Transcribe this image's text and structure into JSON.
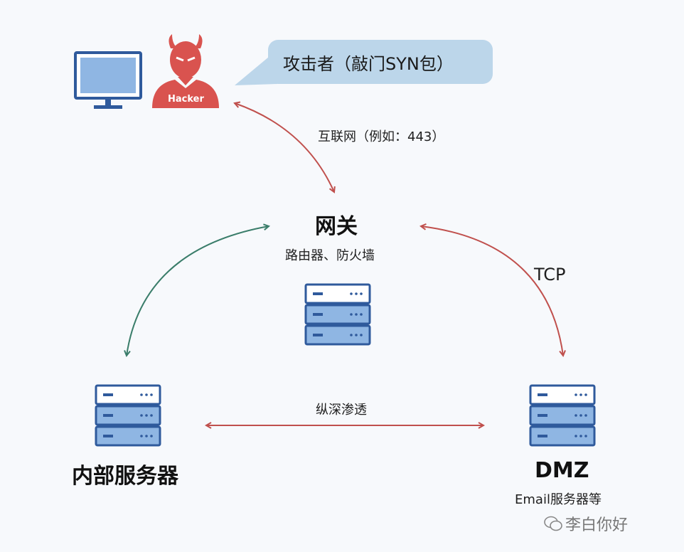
{
  "attacker": {
    "bubble_text": "攻击者（敲门SYN包）",
    "hacker_label": "Hacker"
  },
  "links": {
    "internet_label": "互联网（例如：443）",
    "tcp_label": "TCP",
    "lateral_label": "纵深渗透"
  },
  "gateway": {
    "title": "网关",
    "subtitle": "路由器、防火墙"
  },
  "internal": {
    "title": "内部服务器"
  },
  "dmz": {
    "title": "DMZ",
    "subtitle": "Email服务器等"
  },
  "watermark": {
    "text": "李白你好"
  },
  "colors": {
    "red_arrow": "#c0504d",
    "green_arrow": "#3a7d6a",
    "server_blue": "#2f5a9c",
    "server_fill": "#8fb6e3",
    "hacker_red": "#d9534f"
  }
}
